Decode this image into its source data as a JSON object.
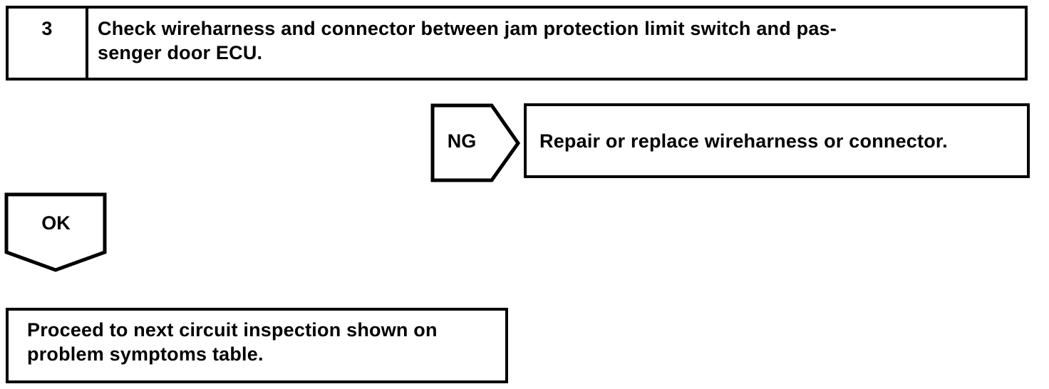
{
  "flowchart": {
    "step": {
      "number": "3",
      "instruction_line1": "Check wireharness and connector between jam protection limit switch and pas-",
      "instruction_line2": "senger door ECU."
    },
    "ng_branch": {
      "label": "NG",
      "action": "Repair or replace wireharness or connector."
    },
    "ok_branch": {
      "label": "OK"
    },
    "next_step": {
      "line1": "Proceed to next circuit inspection shown on",
      "line2": "problem symptoms table."
    }
  },
  "colors": {
    "ink": "#000000",
    "paper": "#ffffff"
  }
}
